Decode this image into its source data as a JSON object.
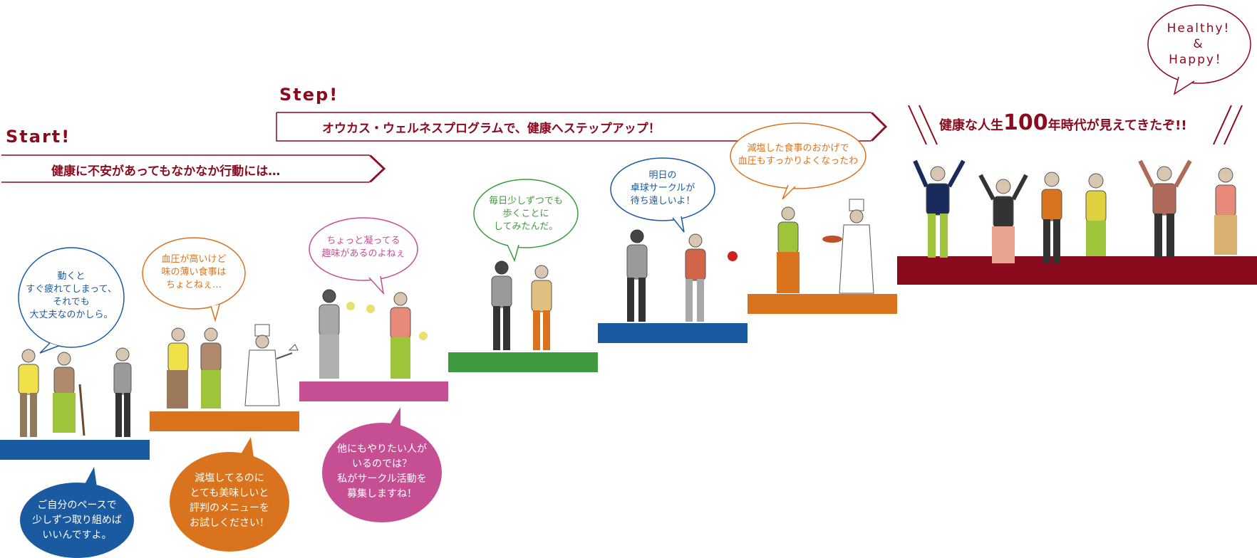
{
  "headings": {
    "start": "Start!",
    "step": "Step!"
  },
  "banners": {
    "start": "健康に不安があってもなかなか行動には…",
    "step": "オウカス・ウェルネスプログラムで、健康へステップアップ！"
  },
  "goal": {
    "pre": "健康な人生",
    "number": "100",
    "post": "年時代が見えてきたぞ!!"
  },
  "happy": "Healthy!\n&\nHappy！",
  "bubbles": [
    {
      "text": "動くと\nすぐ疲れてしまって、\nそれでも\n大丈夫なのかしら。",
      "color": "#1a5aa0"
    },
    {
      "text": "血圧が高いけど\n味の薄い食事は\nちょとねぇ…",
      "color": "#d9731e"
    },
    {
      "text": "ちょっと凝ってる\n趣味があるのよねぇ",
      "color": "#c64f93"
    },
    {
      "text": "毎日少しずつでも\n歩くことに\nしてみたんだ。",
      "color": "#3f9a3f"
    },
    {
      "text": "明日の\n卓球サークルが\n待ち遠しいよ！",
      "color": "#1a5aa0"
    },
    {
      "text": "減塩した食事のおかげで\n血圧もすっかりよくなったわ",
      "color": "#d9731e"
    }
  ],
  "support": [
    {
      "text": "ご自分のペースで\n少しずつ取り組めば\nいいんですよ。",
      "color": "#1a5aa0"
    },
    {
      "text": "減塩してるのに\nとても美味しいと\n評判のメニューを\nお試しください！",
      "color": "#d9731e"
    },
    {
      "text": "他にもやりたい人が\nいるのでは？\n私がサークル活動を\n募集しますね！",
      "color": "#c64f93"
    }
  ],
  "colors": {
    "brand": "#8a0a1e",
    "blue": "#1a5aa0",
    "orange": "#d9731e",
    "pink": "#c64f93",
    "green": "#3f9a3f",
    "crimson": "#8a0a1e"
  }
}
